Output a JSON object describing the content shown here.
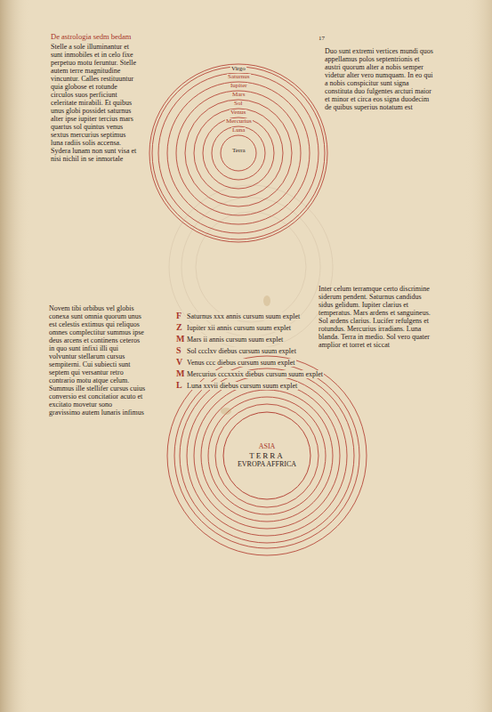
{
  "diagram": {
    "title": "De astrologia sedm bedam",
    "nodes": [
      {
        "text": [
          "ASIA",
          "TERRA",
          "EVROPA AFFRICA"
        ]
      }
    ],
    "labels": [
      "Stelle a sole illuminantur et sunt inmobiles et in celo fixe perpetuo motu feruntur. Stelle autem terre magnitudine vincuntur. Calles restituuntur quia globose et rotunde circulos suos perficiunt celeritate mirabili. Et quibus unus globi possidet saturnus alter ipse iupiter tercius mars quartus sol quintus venus sextus mercurius septimus luna radiis solis accensa. Sydera lunam non sunt visa et nisi nichil in se inmortale",
      "Duo sunt extremi vertices mundi quos appellamus polos septentrionis et austri quorum alter a nobis semper videtur alter vero numquam. In eo qui a nobis conspicitur sunt signa constituta duo fulgentes arcturi maior et minor et circa eos signa duodecim de quibus superius notatum est",
      "17",
      "Virgo",
      "Saturnus",
      "Iupiter",
      "Mars",
      "Sol",
      "Venus",
      "Mercurius",
      "Luna",
      "Terra",
      "Novem tibi orbibus vel globis conexa sunt omnia quorum unus est celestis extimus qui reliquos omnes complectitur summus ipse deus arcens et continens ceteros in quo sunt infixi illi qui volvuntur stellarum cursus sempiterni. Cui subiecti sunt septem qui versantur retro contrario motu atque celum. Summus ille stellifer cursus cuius conversio est concitatior acuto et excitato movetur sono gravissimo autem lunaris infimus",
      "Inter celum terramque certo discrimine siderum pendent. Saturnus candidus sidus gelidum. Iupiter clarius et temperatus. Mars ardens et sanguineus. Sol ardens clarius. Lucifer refulgens et rotundus. Mercurius irradians. Luna blanda. Terra in medio. Sol vero quater amplior et torret et siccat",
      "F",
      "Saturnus xxx annis cursum suum explet",
      "Z",
      "Iupiter xii annis cursum suum explet",
      "M",
      "Mars ii annis cursum suum explet",
      "S",
      "Sol ccclxv diebus cursum suum explet",
      "V",
      "Venus ccc diebus cursum suum explet",
      "M",
      "Mercurius cccxxxix diebus cursum suum explet",
      "L",
      "Luna xxvii diebus cursum suum explet"
    ]
  }
}
